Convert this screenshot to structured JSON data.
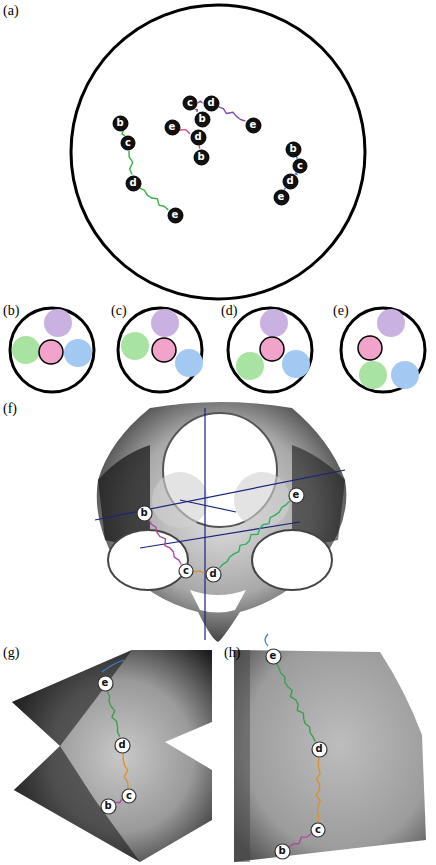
{
  "diagram": {
    "nodes": [
      {
        "text": [
          "c"
        ]
      },
      {
        "text": [
          "d"
        ]
      },
      {
        "text": [
          "b"
        ]
      },
      {
        "text": [
          "e"
        ]
      },
      {
        "text": [
          "b"
        ]
      },
      {
        "text": [
          "c"
        ]
      },
      {
        "text": [
          "d"
        ]
      },
      {
        "text": [
          "e"
        ]
      },
      {
        "text": [
          "e"
        ]
      },
      {
        "text": [
          "d"
        ]
      },
      {
        "text": [
          "b"
        ]
      },
      {
        "text": [
          "b"
        ]
      },
      {
        "text": [
          "c"
        ]
      },
      {
        "text": [
          "d"
        ]
      },
      {
        "text": [
          "e"
        ]
      },
      {
        "text": [
          "b"
        ]
      },
      {
        "text": [
          "c"
        ]
      },
      {
        "text": [
          "d"
        ]
      },
      {
        "text": [
          "e"
        ]
      },
      {
        "text": [
          "e"
        ]
      },
      {
        "text": [
          "d"
        ]
      },
      {
        "text": [
          "c"
        ]
      },
      {
        "text": [
          "b"
        ]
      },
      {
        "text": [
          "e"
        ]
      },
      {
        "text": [
          "d"
        ]
      },
      {
        "text": [
          "c"
        ]
      },
      {
        "text": [
          "b"
        ]
      }
    ],
    "edges": [
      {
        "from": 2,
        "to": 0,
        "arrow": "none"
      },
      {
        "from": 0,
        "to": 1,
        "arrow": "none"
      },
      {
        "from": 1,
        "to": 3,
        "arrow": "none"
      },
      {
        "from": 4,
        "to": 5,
        "arrow": "none"
      },
      {
        "from": 5,
        "to": 6,
        "arrow": "none"
      },
      {
        "from": 6,
        "to": 7,
        "arrow": "none"
      },
      {
        "from": 10,
        "to": 9,
        "arrow": "none"
      },
      {
        "from": 9,
        "to": 8,
        "arrow": "none"
      },
      {
        "from": 11,
        "to": 12,
        "arrow": "none"
      },
      {
        "from": 12,
        "to": 13,
        "arrow": "none"
      },
      {
        "from": 13,
        "to": 14,
        "arrow": "none"
      },
      {
        "from": 15,
        "to": 16,
        "arrow": "none"
      },
      {
        "from": 16,
        "to": 17,
        "arrow": "none"
      },
      {
        "from": 17,
        "to": 18,
        "arrow": "none"
      },
      {
        "from": 22,
        "to": 21,
        "arrow": "none"
      },
      {
        "from": 21,
        "to": 20,
        "arrow": "none"
      },
      {
        "from": 20,
        "to": 19,
        "arrow": "none"
      },
      {
        "from": 26,
        "to": 25,
        "arrow": "none"
      },
      {
        "from": 25,
        "to": 24,
        "arrow": "none"
      },
      {
        "from": 24,
        "to": 23,
        "arrow": "none"
      }
    ],
    "labels": [
      "(a)",
      "(b)",
      "(c)",
      "(d)",
      "(e)",
      "(f)",
      "(g)",
      "(h)"
    ]
  }
}
